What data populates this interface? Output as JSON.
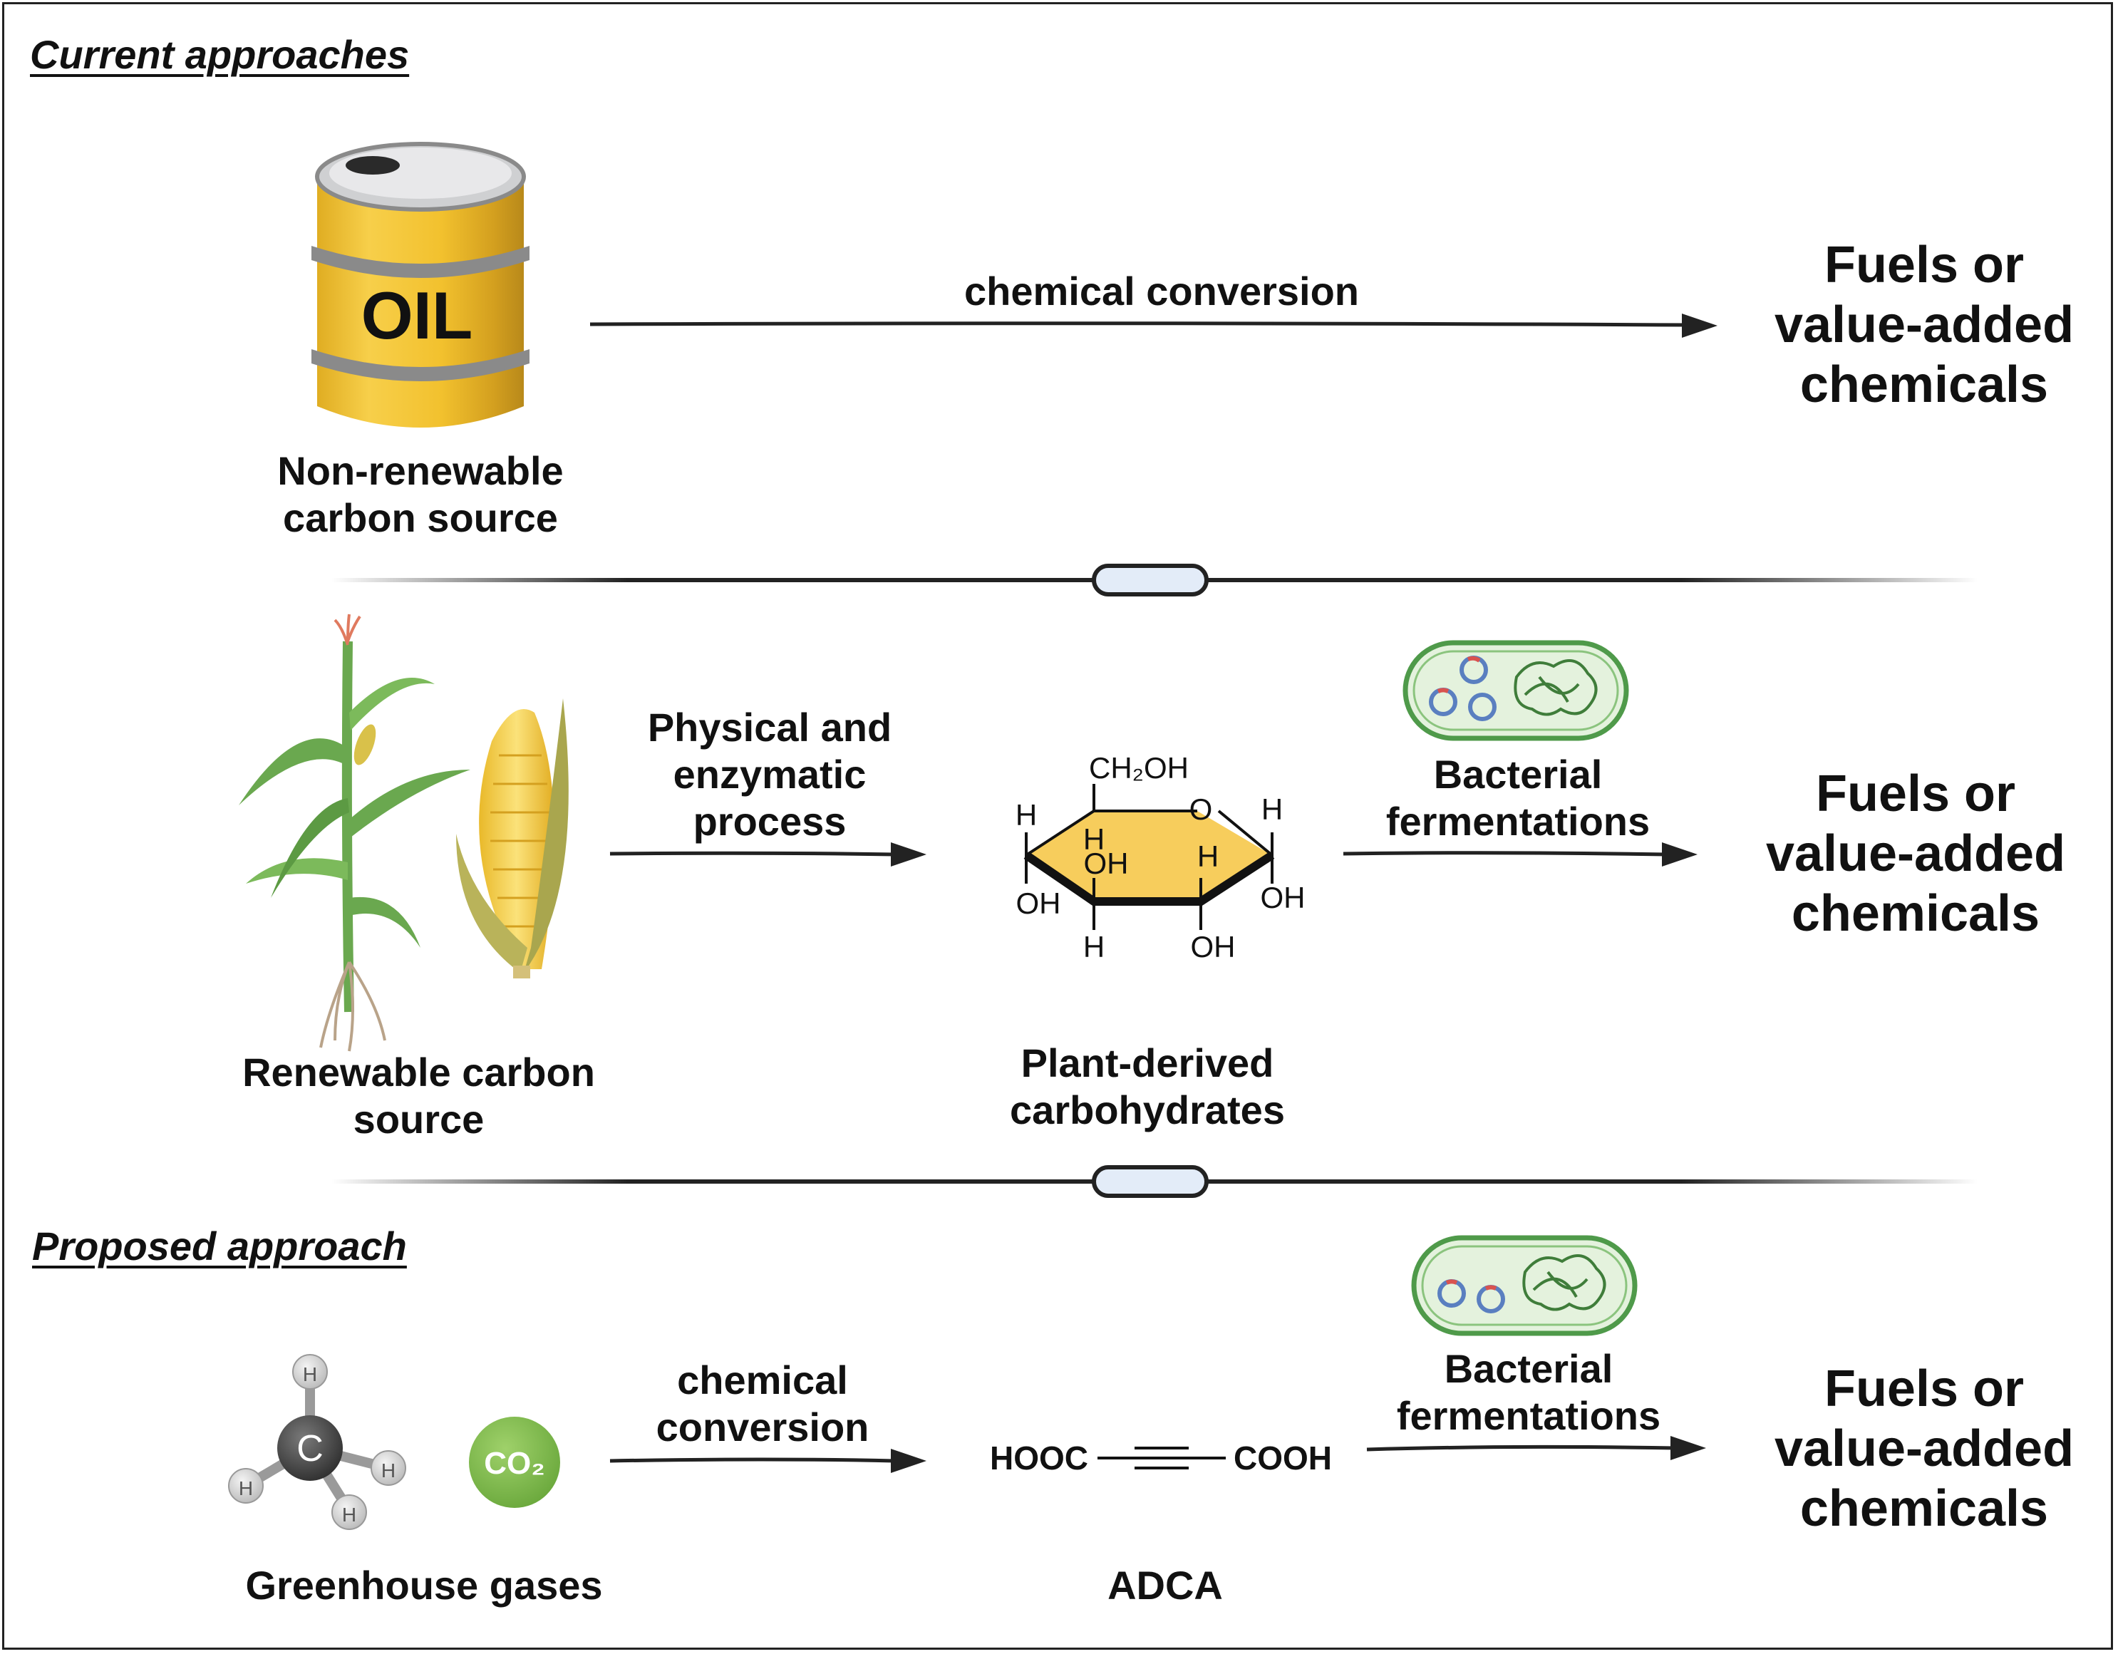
{
  "sections": {
    "current": "Current approaches",
    "proposed": "Proposed approach"
  },
  "row1": {
    "barrel_text": "OIL",
    "source_label": "Non-renewable\ncarbon source",
    "arrow_label": "chemical conversion",
    "output": "Fuels or\nvalue-added\nchemicals"
  },
  "row2": {
    "source_label": "Renewable carbon\nsource",
    "arrow1_label": "Physical and\nenzymatic\nprocess",
    "intermediate_label": "Plant-derived\ncarbohydrates",
    "arrow2_label": "Bacterial\nfermentations",
    "output": "Fuels or\nvalue-added\nchemicals",
    "glucose": {
      "ch2oh": "CH₂OH",
      "ring_o": "O",
      "h": "H",
      "oh": "OH"
    }
  },
  "row3": {
    "methane_c": "C",
    "methane_h": "H",
    "co2": "CO₂",
    "source_label": "Greenhouse gases",
    "arrow1_label": "chemical\nconversion",
    "adca_left": "HOOC",
    "adca_right": "COOH",
    "intermediate_label": "ADCA",
    "arrow2_label": "Bacterial\nfermentations",
    "output": "Fuels or\nvalue-added\nchemicals"
  },
  "colors": {
    "barrel_yellow": "#f2c12e",
    "barrel_dark": "#c99a1c",
    "ring_gray": "#8a8a8a",
    "glucose_fill": "#f7cd5c",
    "bacteria_fill": "#e4f2dd",
    "bacteria_stroke": "#4f9a4a",
    "co2_green": "#7ab648",
    "carbon_dark": "#4a4a4a",
    "hydrogen_gray": "#d8d8d8",
    "divider_pill": "#e3ecf8",
    "corn_yellow": "#f5d34a",
    "leaf_green": "#6aa84f"
  }
}
